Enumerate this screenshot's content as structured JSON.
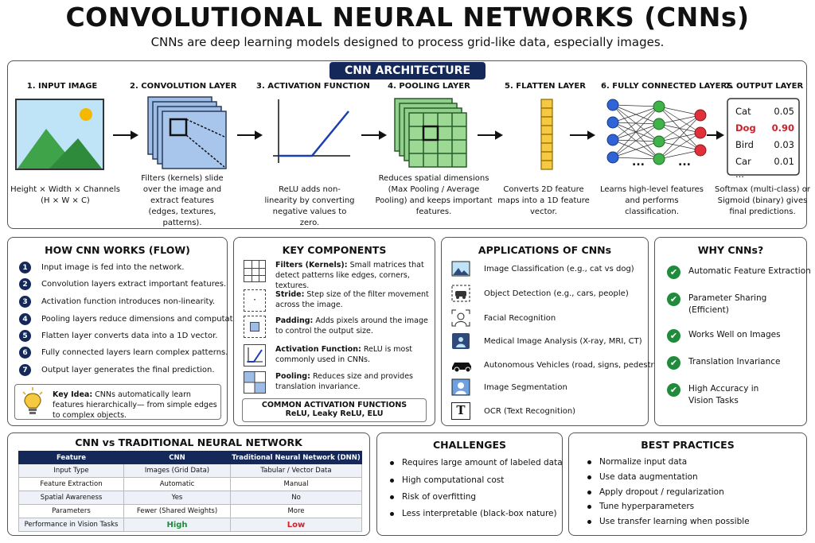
{
  "header": {
    "title": "CONVOLUTIONAL NEURAL NETWORKS (CNNs)",
    "subtitle": "CNNs are deep learning models designed to process grid-like data, especially images."
  },
  "architecture": {
    "badge": "CNN ARCHITECTURE",
    "stages": [
      {
        "title": "1. INPUT IMAGE",
        "desc": "Height × Width × Channels (H × W × C)"
      },
      {
        "title": "2. CONVOLUTION LAYER",
        "desc": "Filters (kernels) slide over the image and extract features (edges, textures, patterns)."
      },
      {
        "title": "3. ACTIVATION FUNCTION",
        "desc": "ReLU adds non-linearity by converting negative values to zero."
      },
      {
        "title": "4. POOLING LAYER",
        "desc": "Reduces spatial dimensions (Max Pooling / Average Pooling) and keeps important features."
      },
      {
        "title": "5. FLATTEN LAYER",
        "desc": "Converts 2D feature maps into a 1D feature vector."
      },
      {
        "title": "6. FULLY CONNECTED LAYERS",
        "desc": "Learns high-level features and performs classification."
      },
      {
        "title": "7. OUTPUT LAYER",
        "desc": "Softmax (multi-class) or Sigmoid (binary) gives final predictions."
      }
    ],
    "output": [
      {
        "label": "Cat",
        "value": "0.05"
      },
      {
        "label": "Dog",
        "value": "0.90"
      },
      {
        "label": "Bird",
        "value": "0.03"
      },
      {
        "label": "Car",
        "value": "0.01"
      }
    ],
    "output_more": "...",
    "fc_dots": "...",
    "colors": {
      "navy": "#14285a",
      "highlight": "#d0202a",
      "green": "#1f8b3b"
    }
  },
  "flow": {
    "title": "HOW CNN WORKS (FLOW)",
    "steps": [
      "Input image is fed into the network.",
      "Convolution layers extract important features.",
      "Activation function introduces non-linearity.",
      "Pooling layers reduce dimensions and computation.",
      "Flatten layer converts data into a 1D vector.",
      "Fully connected layers learn complex patterns.",
      "Output layer generates the final prediction."
    ],
    "key_idea_label": "Key Idea:",
    "key_idea_text": "CNNs automatically learn features hierarchically— from simple edges to complex objects."
  },
  "components": {
    "title": "KEY COMPONENTS",
    "items": [
      {
        "name": "Filters (Kernels):",
        "text": "Small matrices that detect patterns like edges, corners, textures."
      },
      {
        "name": "Stride:",
        "text": "Step size of the filter movement across the image."
      },
      {
        "name": "Padding:",
        "text": "Adds pixels around the image to control the output size."
      },
      {
        "name": "Activation Function:",
        "text": "ReLU is most commonly used in CNNs."
      },
      {
        "name": "Pooling:",
        "text": "Reduces size and provides translation invariance."
      }
    ],
    "common_title": "COMMON ACTIVATION FUNCTIONS",
    "common_list": "ReLU, Leaky ReLU, ELU"
  },
  "applications": {
    "title": "APPLICATIONS OF CNNs",
    "items": [
      "Image Classification (e.g., cat vs dog)",
      "Object Detection (e.g., cars, people)",
      "Facial Recognition",
      "Medical Image Analysis (X-ray, MRI, CT)",
      "Autonomous Vehicles (road, signs, pedestrians)",
      "Image Segmentation",
      "OCR (Text Recognition)"
    ],
    "ocr_glyph": "T"
  },
  "why": {
    "title": "WHY CNNs?",
    "items": [
      "Automatic Feature Extraction",
      "Parameter Sharing (Efficient)",
      "Works Well on Images",
      "Translation Invariance",
      "High Accuracy in Vision Tasks"
    ],
    "check": "✔"
  },
  "comparison": {
    "title": "CNN vs TRADITIONAL NEURAL NETWORK",
    "headers": [
      "Feature",
      "CNN",
      "Traditional Neural Network (DNN)"
    ],
    "rows": [
      [
        "Input Type",
        "Images (Grid Data)",
        "Tabular / Vector Data"
      ],
      [
        "Feature Extraction",
        "Automatic",
        "Manual"
      ],
      [
        "Spatial Awareness",
        "Yes",
        "No"
      ],
      [
        "Parameters",
        "Fewer (Shared Weights)",
        "More"
      ],
      [
        "Performance in Vision Tasks",
        "High",
        "Low"
      ]
    ]
  },
  "challenges": {
    "title": "CHALLENGES",
    "items": [
      "Requires large amount of labeled data",
      "High computational cost",
      "Risk of overfitting",
      "Less interpretable (black-box nature)"
    ]
  },
  "practices": {
    "title": "BEST PRACTICES",
    "items": [
      "Normalize input data",
      "Use data augmentation",
      "Apply dropout / regularization",
      "Tune hyperparameters",
      "Use transfer learning when possible"
    ]
  }
}
